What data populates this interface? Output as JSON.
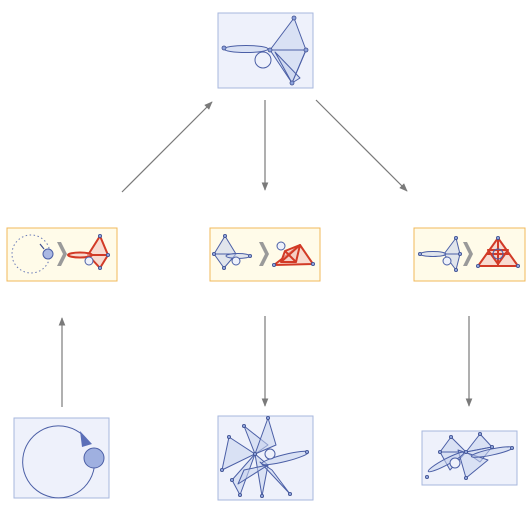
{
  "diagram": {
    "description_nodes": [
      "root-configuration",
      "hypothesis-left",
      "hypothesis-middle",
      "hypothesis-right",
      "base-left",
      "base-middle",
      "base-right"
    ],
    "colors": {
      "hypothesis_fill": "#fffbe9",
      "hypothesis_border": "#f0b85a",
      "geometry_fill": "#eef1fb",
      "geometry_border": "#a7b7de",
      "geometry_stroke": "#4b5fa6",
      "highlight_red": "#d23a26",
      "arrow_gray": "#7a7a7a"
    },
    "edges": [
      {
        "from": "hypothesis-left",
        "to": "root-configuration"
      },
      {
        "from": "root-configuration",
        "to": "hypothesis-middle"
      },
      {
        "from": "root-configuration",
        "to": "hypothesis-right"
      },
      {
        "from": "base-left",
        "to": "hypothesis-left"
      },
      {
        "from": "hypothesis-middle",
        "to": "base-middle"
      },
      {
        "from": "hypothesis-right",
        "to": "base-right"
      }
    ]
  }
}
